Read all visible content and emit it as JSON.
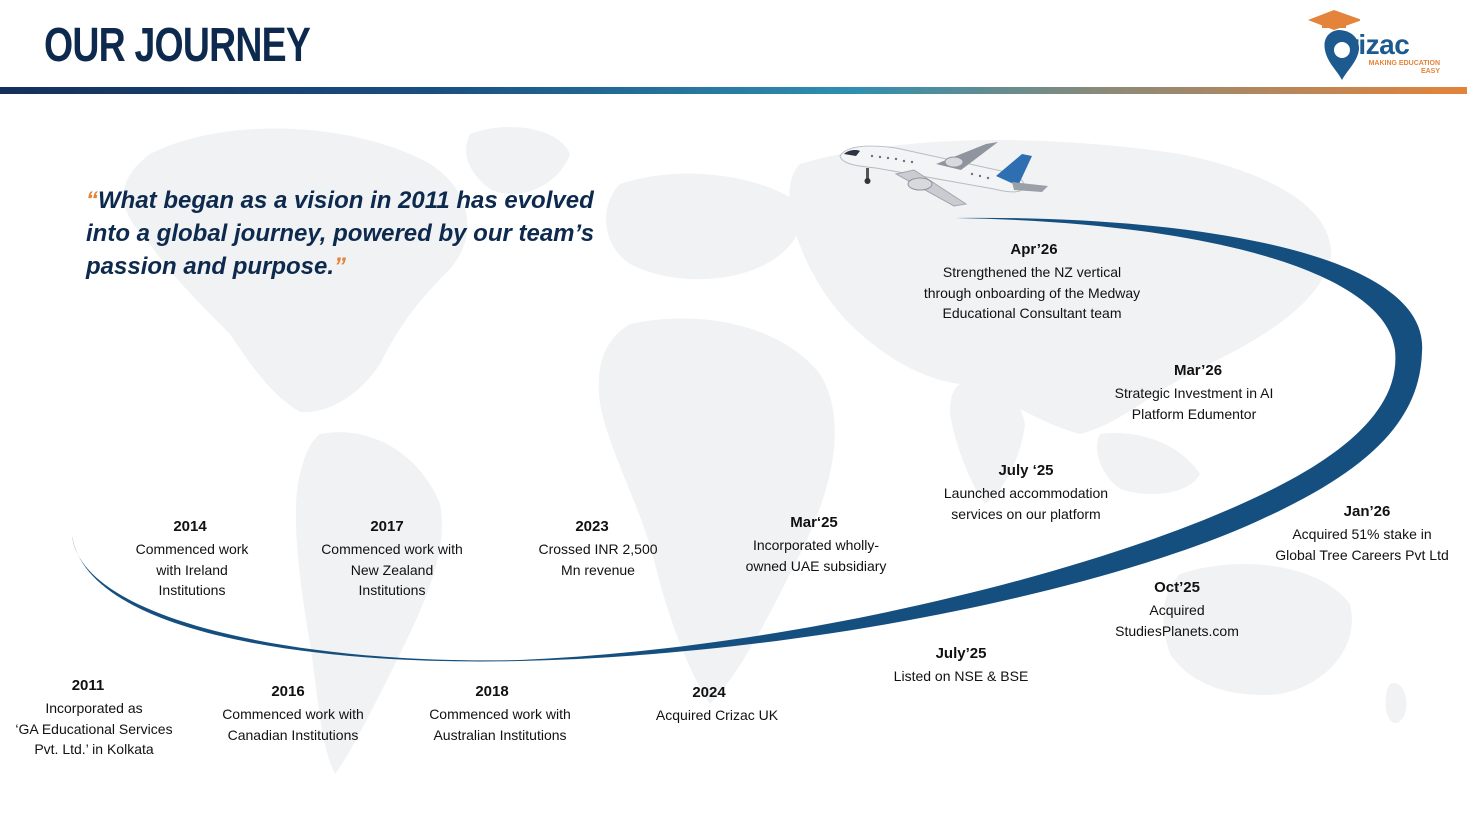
{
  "header": {
    "title": "OUR JOURNEY",
    "logo_word": "rizac",
    "logo_tagline": "MAKING EDUCATION EASY"
  },
  "quote": {
    "open_mark": "“",
    "text": "What began as a vision in 2011 has evolved into a global journey, powered by our team’s passion and purpose.",
    "close_mark": "”"
  },
  "colors": {
    "navy": "#0d2a4e",
    "arc_blue": "#154f7f",
    "orange": "#e4833a",
    "map_gray": "#f1f2f4"
  },
  "icons": {
    "plane": "airplane-icon",
    "logo_mark": "graduation-cap-pin-icon"
  },
  "milestones": [
    {
      "year": "2011",
      "desc": "Incorporated as\n‘GA Educational Services\nPvt. Ltd.’ in Kolkata"
    },
    {
      "year": "2014",
      "desc": "Commenced work\nwith Ireland\nInstitutions"
    },
    {
      "year": "2016",
      "desc": "Commenced work with\nCanadian Institutions"
    },
    {
      "year": "2017",
      "desc": "Commenced work with\nNew Zealand\nInstitutions"
    },
    {
      "year": "2018",
      "desc": "Commenced work with\nAustralian Institutions"
    },
    {
      "year": "2023",
      "desc": "Crossed INR 2,500\nMn revenue"
    },
    {
      "year": "2024",
      "desc": "Acquired Crizac UK"
    },
    {
      "year": "Mar‘25",
      "desc": "Incorporated wholly-\nowned  UAE subsidiary"
    },
    {
      "year": "July’25",
      "desc": "Listed on NSE & BSE"
    },
    {
      "year": "July ‘25",
      "desc": "Launched  accommodation\nservices on our platform"
    },
    {
      "year": "Oct’25",
      "desc": "Acquired\nStudiesPlanets.com"
    },
    {
      "year": "Jan’26",
      "desc": "Acquired  51% stake in\nGlobal Tree Careers Pvt Ltd"
    },
    {
      "year": "Mar’26",
      "desc": "Strategic Investment in AI\nPlatform Edumentor"
    },
    {
      "year": "Apr’26",
      "desc": "Strengthened the NZ vertical\nthrough onboarding of the Medway\nEducational Consultant team"
    }
  ]
}
